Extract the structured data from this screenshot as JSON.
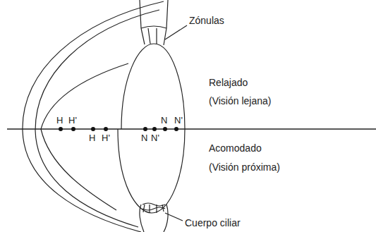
{
  "diagram": {
    "labels": [
      "Zónulas",
      "H",
      "H'",
      "N",
      "N'",
      "Relajado",
      "(Visión lejana)",
      "H",
      "H'",
      "N",
      "N'",
      "Acomodado",
      "(Visión próxima)",
      "Cuerpo ciliar"
    ]
  }
}
